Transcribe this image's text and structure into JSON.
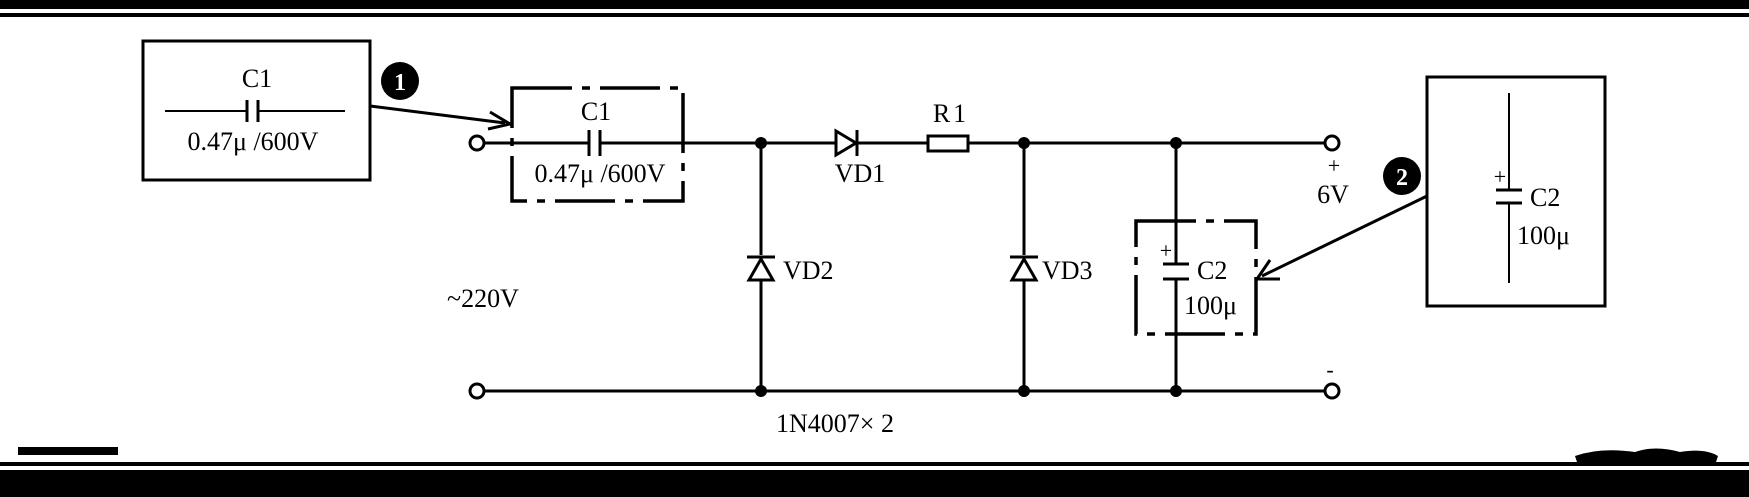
{
  "colors": {
    "ink": "#000000",
    "paper": "#ffffff"
  },
  "callout_1": {
    "number": "1",
    "cap_name": "C1",
    "cap_value": "0.47μ  /600V"
  },
  "callout_2": {
    "number": "2",
    "plus": "+",
    "cap_name": "C2",
    "cap_value": "100μ"
  },
  "circuit": {
    "c1_name": "C1",
    "c1_value": "0.47μ  /600V",
    "vd1": "VD1",
    "r1": "R1",
    "vd2": "VD2",
    "vd3": "VD3",
    "c2_plus": "+",
    "c2_name": "C2",
    "c2_value": "100μ",
    "input_voltage": "~220V",
    "out_plus": "+",
    "out_voltage": "6V",
    "out_minus": "-",
    "diode_note": "1N4007× 2"
  }
}
